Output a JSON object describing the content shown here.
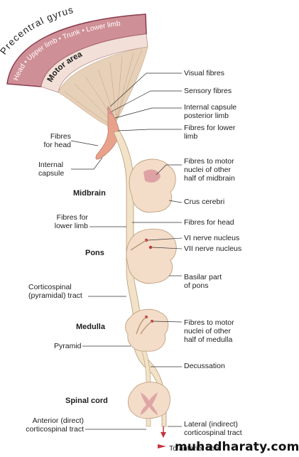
{
  "cortex": {
    "precentral_gyrus": "Precentral gyrus",
    "motor_area": "Motor area",
    "regions": [
      "Head",
      "Upper limb",
      "Trunk",
      "Lower limb"
    ]
  },
  "labels_left": {
    "fibres_for_head": [
      "Fibres",
      "for head"
    ],
    "internal_capsule": [
      "Internal",
      "capsule"
    ],
    "midbrain": "Midbrain",
    "fibres_for_lower_limb": [
      "Fibres for",
      "lower limb"
    ],
    "pons": "Pons",
    "corticospinal_tract": [
      "Corticospinal",
      "(pyramidal) tract"
    ],
    "medulla": "Medulla",
    "pyramid": "Pyramid",
    "spinal_cord": "Spinal cord",
    "anterior_tract": [
      "Anterior (direct)",
      "corticospinal tract"
    ]
  },
  "labels_right": {
    "visual_fibres": "Visual fibres",
    "sensory_fibres": "Sensory fibres",
    "internal_capsule_posterior": [
      "Internal capsule",
      "posterior limb"
    ],
    "fibres_for_lower_limb": [
      "Fibres for lower",
      "limb"
    ],
    "fibres_motor_midbrain": [
      "Fibres to motor",
      "nuclei of other",
      "half of midbrain"
    ],
    "crus_cerebri": "Crus cerebri",
    "fibres_for_head": "Fibres for head",
    "vi_nerve_nucleus": "VI nerve nucleus",
    "vii_nerve_nucleus": "VII nerve nucleus",
    "basilar_part": [
      "Basilar part",
      "of pons"
    ],
    "fibres_motor_medulla": [
      "Fibres to motor",
      "nuclei of other",
      "half of medulla"
    ],
    "decussation": "Decussation",
    "lateral_tract": [
      "Lateral (indirect)",
      "corticospinal tract"
    ],
    "to_anterior_horn": "To anterior horn"
  },
  "watermark": "muhadharaty.com",
  "colors": {
    "cortex_band": "#cf8f97",
    "cortex_edge": "#8a3b4b",
    "fibre_fan": "#e6d0b8",
    "tract": "#f1e2c8",
    "section": "#f3dcc8",
    "nucleus": "#d48994",
    "capsule": "#e8a28c"
  }
}
